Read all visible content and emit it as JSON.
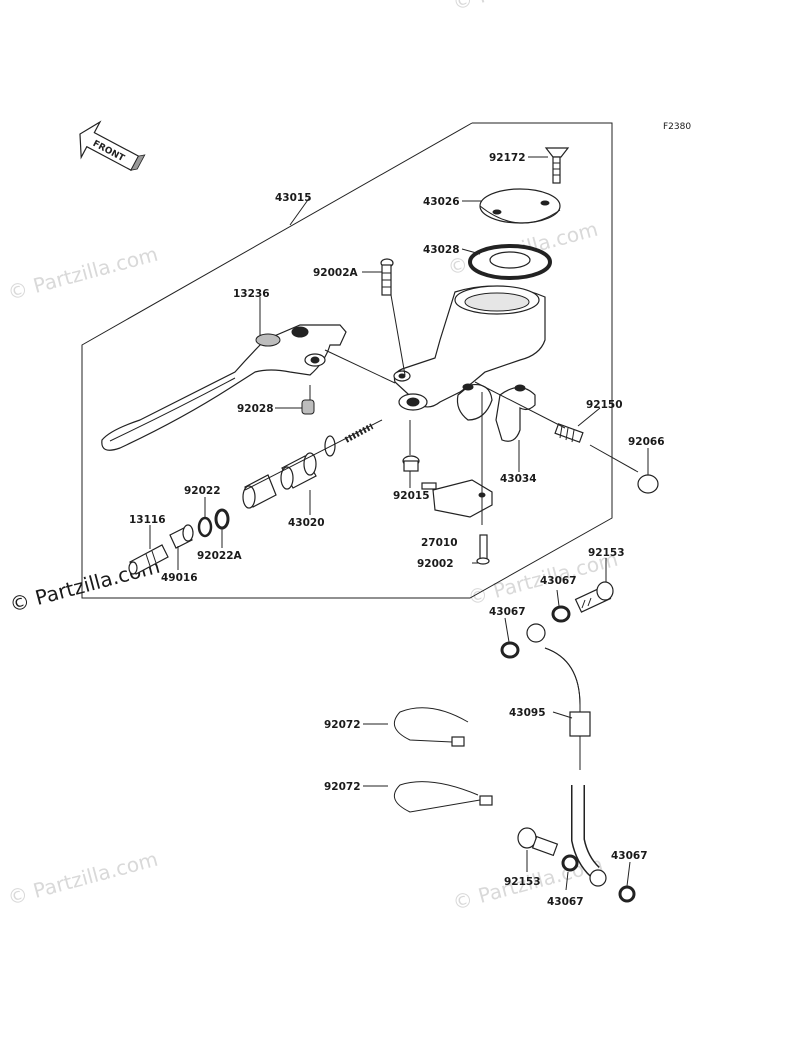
{
  "figure_code": "F2380",
  "direction_tag": "FRONT",
  "watermark": {
    "text": "© Partzilla.com",
    "copyright": "©",
    "brand": "Partzilla.com"
  },
  "parts": {
    "p43015": "43015",
    "p92172": "92172",
    "p43026": "43026",
    "p43028": "43028",
    "p92002A": "92002A",
    "p13236": "13236",
    "p92028": "92028",
    "p92150": "92150",
    "p92066": "92066",
    "p43034": "43034",
    "p92015": "92015",
    "p92022": "92022",
    "p13116": "13116",
    "p92022A": "92022A",
    "p43020": "43020",
    "p49016": "49016",
    "p27010": "27010",
    "p92002": "92002",
    "p92153_top": "92153",
    "p43067_a": "43067",
    "p43067_b": "43067",
    "p43095": "43095",
    "p92072_a": "92072",
    "p92072_b": "92072",
    "p92153_bottom": "92153",
    "p43067_c": "43067",
    "p43067_d": "43067"
  }
}
